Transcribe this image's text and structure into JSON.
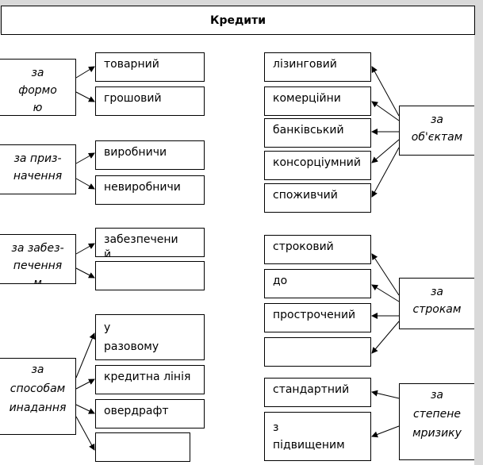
{
  "title": "Кредити",
  "left": {
    "form": {
      "label": "за\nформо\nю",
      "items": [
        "товарний",
        "грошовий"
      ]
    },
    "purpose": {
      "label": "за приз-\nначення",
      "items": [
        "виробничи",
        "невиробничи"
      ]
    },
    "security": {
      "label": "за забез-\nпечення\nм",
      "items": [
        "забезпечени\nй",
        ""
      ]
    },
    "method": {
      "label": "за\nспособам\nинадання",
      "items": [
        "у\nразовому",
        "кредитна лінія",
        "овердрафт",
        ""
      ]
    }
  },
  "right": {
    "object": {
      "label": "за\nоб'єктам",
      "items": [
        "лізинговий",
        "комерційни",
        "банківський",
        "консорціумний",
        "споживчий"
      ]
    },
    "term": {
      "label": "за\nстрокам",
      "items": [
        "строковий",
        "до",
        "прострочений",
        ""
      ]
    },
    "risk": {
      "label": "за\nстепене\nмризику",
      "items": [
        "стандартний",
        "з\nпідвищеним"
      ]
    }
  }
}
